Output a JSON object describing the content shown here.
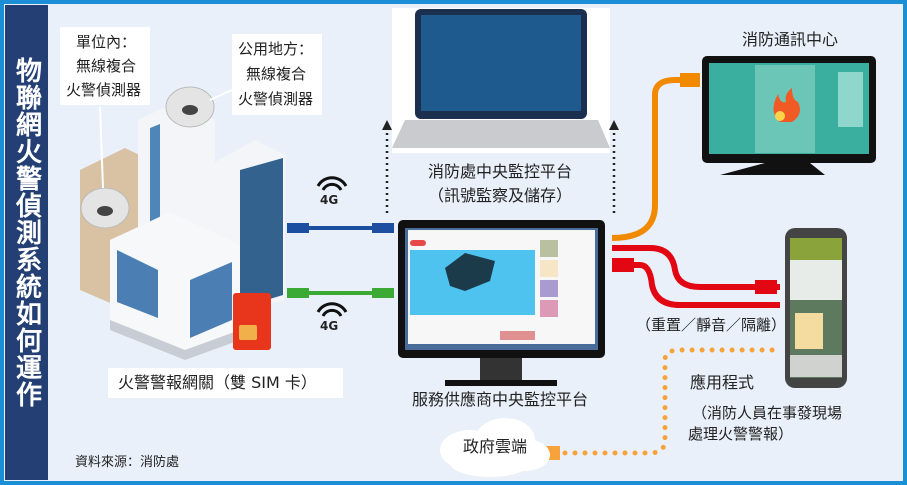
{
  "title": "物聯網火警偵測系統如何運作",
  "detector_unit": {
    "line1": "單位內：",
    "line2": "無線複合",
    "line3": "火警偵測器"
  },
  "detector_public": {
    "line1": "公用地方：",
    "line2": "無線複合",
    "line3": "火警偵測器"
  },
  "gateway_label": "火警警報網關（雙 SIM 卡）",
  "network_badge": "4G",
  "fsd_platform": {
    "line1": "消防處中央監控平台",
    "line2": "（訊號監察及儲存）"
  },
  "provider_platform": "服務供應商中央監控平台",
  "fire_comm_centre": "消防通訊中心",
  "actions": "（重置／靜音／隔離）",
  "app": {
    "title": "應用程式",
    "line1": "（消防人員在事發現場",
    "line2": "處理火警警報）"
  },
  "gov_cloud": "政府雲端",
  "source": "資料來源：消防處",
  "colors": {
    "frame": "#1b8fd6",
    "title_bg": "#243f73",
    "bg": "#e9f0fa",
    "blue_link": "#1d4fa0",
    "green_link": "#3aaa35",
    "orange_link": "#f28a00",
    "red_link": "#e30613"
  }
}
